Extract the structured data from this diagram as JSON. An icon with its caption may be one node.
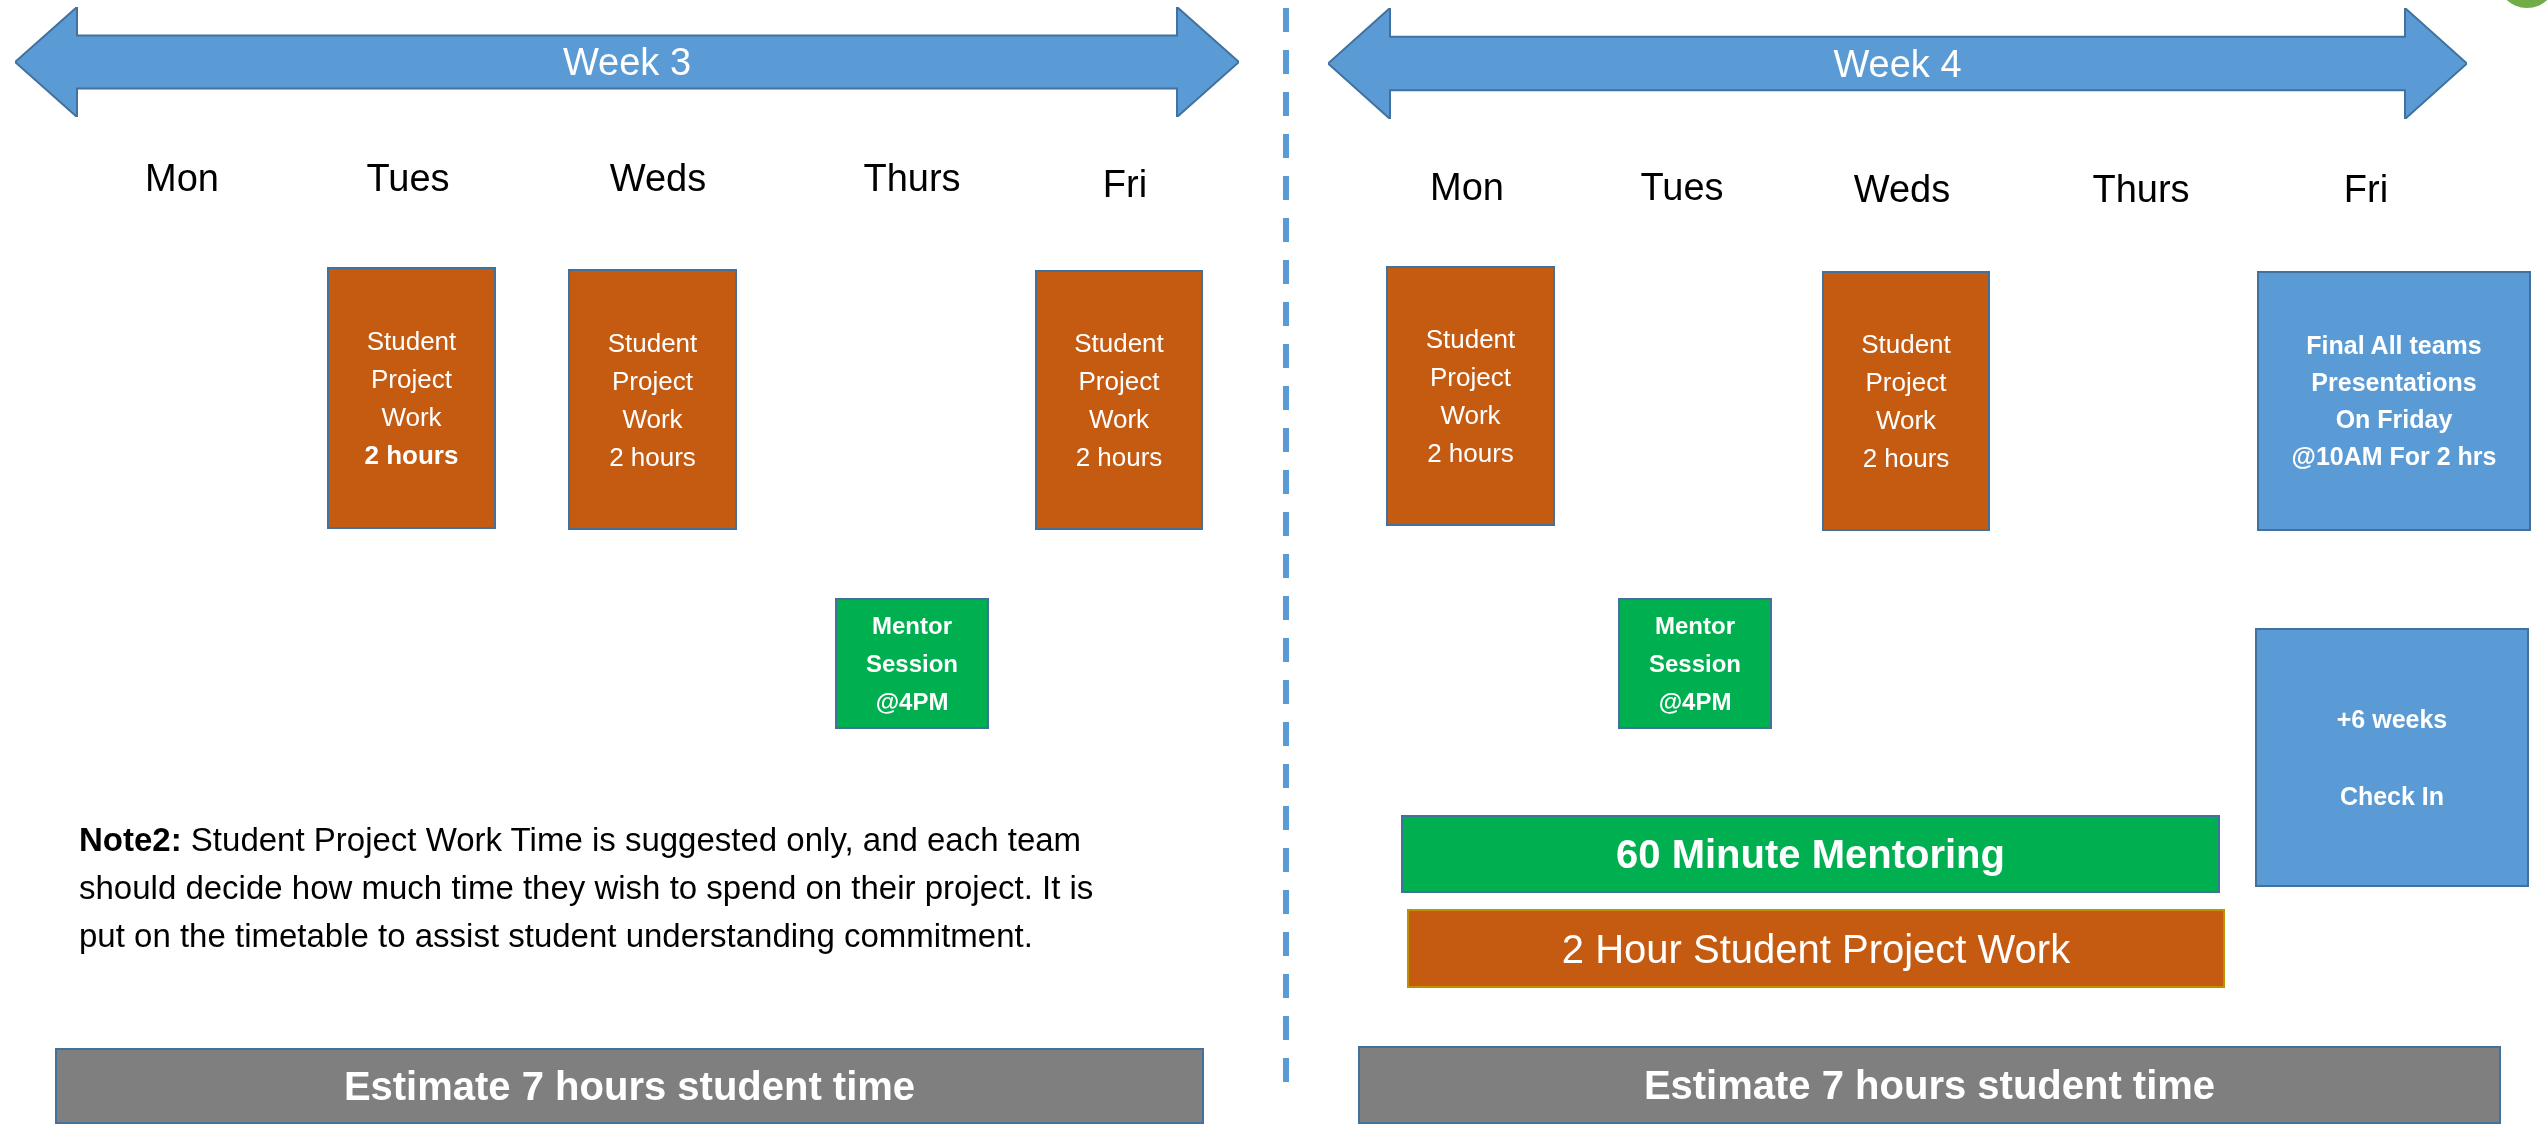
{
  "diagram": {
    "nodes": [
      {
        "text": [
          "Week 3"
        ]
      },
      {
        "text": [
          "Student Project Work",
          "**2 hours**"
        ]
      },
      {
        "text": [
          "Student Project Work",
          "2 hours"
        ]
      },
      {
        "text": [
          "Student Project Work",
          "2 hours"
        ]
      },
      {
        "text": [
          "Mentor Session @4PM"
        ]
      },
      {
        "text": [
          "Estimate 7 hours student time"
        ]
      },
      {
        "text": [
          "Week 4"
        ]
      },
      {
        "text": [
          "Student Project Work",
          "2 hours"
        ]
      },
      {
        "text": [
          "Student Project Work",
          "2 hours"
        ]
      },
      {
        "text": [
          "Final All teams Presentations On Friday @10AM For 2 hrs"
        ]
      },
      {
        "text": [
          "Mentor Session @4PM"
        ]
      },
      {
        "text": [
          "+6 weeks",
          "Check In"
        ]
      },
      {
        "text": [
          "60 Minute Mentoring"
        ]
      },
      {
        "text": [
          "2 Hour Student Project Work"
        ]
      },
      {
        "text": [
          "Estimate 7 hours student time"
        ]
      }
    ],
    "labels": [
      "Mon",
      "Tues",
      "Weds",
      "Thurs",
      "Fri",
      "**Note2:** Student Project Work Time is suggested only, and each team should decide how much time they wish to spend on their project. It is put on the timetable to assist student understanding commitment.",
      "Mon",
      "Tues",
      "Weds",
      "Thurs",
      "Fri"
    ]
  }
}
